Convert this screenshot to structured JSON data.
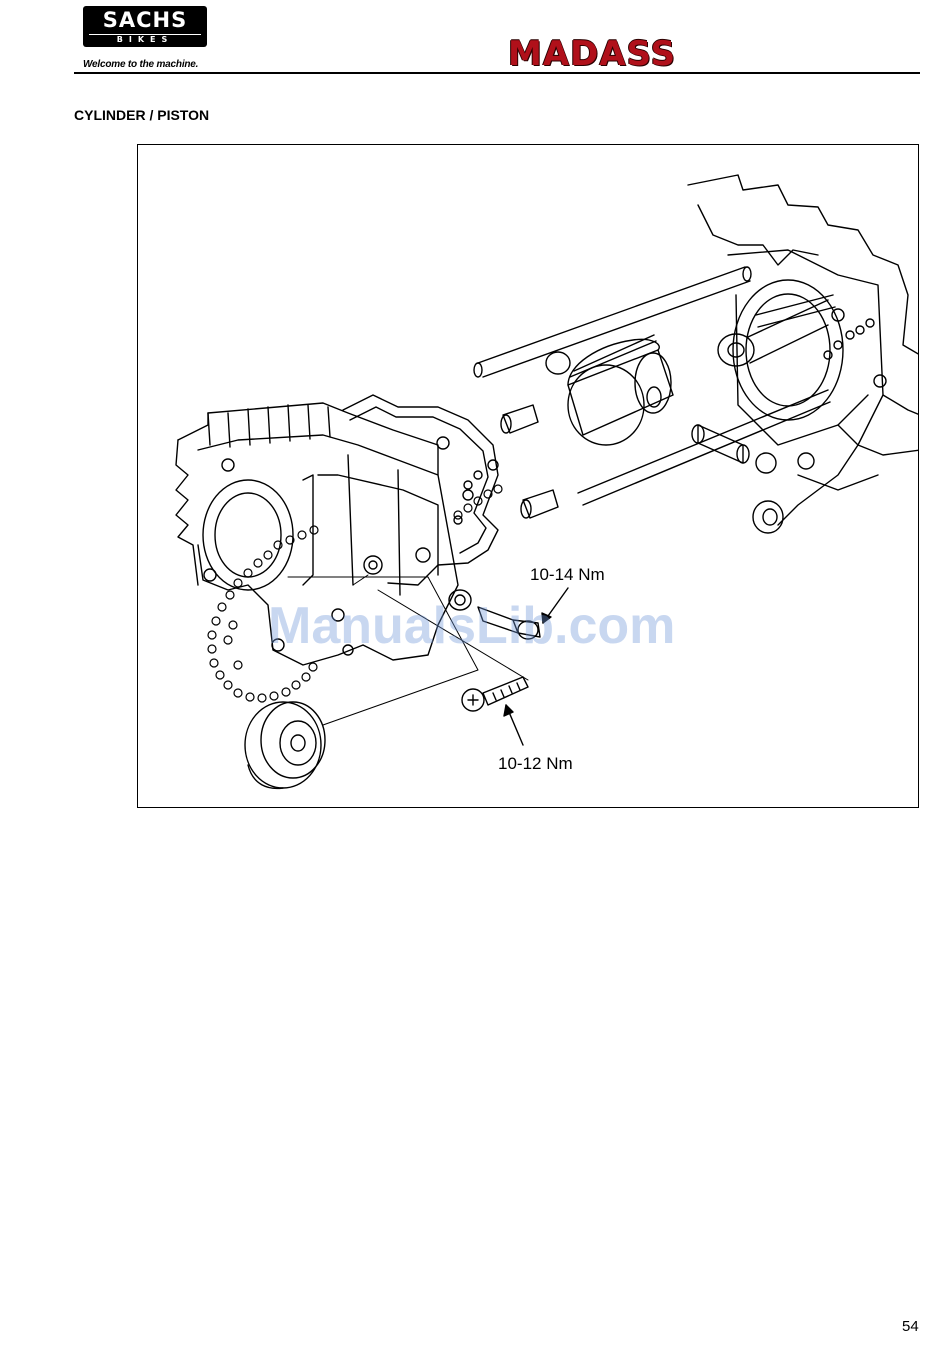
{
  "header": {
    "brand_logo": "SACHS",
    "brand_logo_sub": "BIKES",
    "tagline": "Welcome to the machine.",
    "model_logo": "MADASS"
  },
  "section_title": "CYLINDER / PISTON",
  "figure": {
    "torque_labels": [
      "10-14 Nm",
      "10-12 Nm"
    ]
  },
  "watermark": "ManualsLib.com",
  "page_number": "54"
}
